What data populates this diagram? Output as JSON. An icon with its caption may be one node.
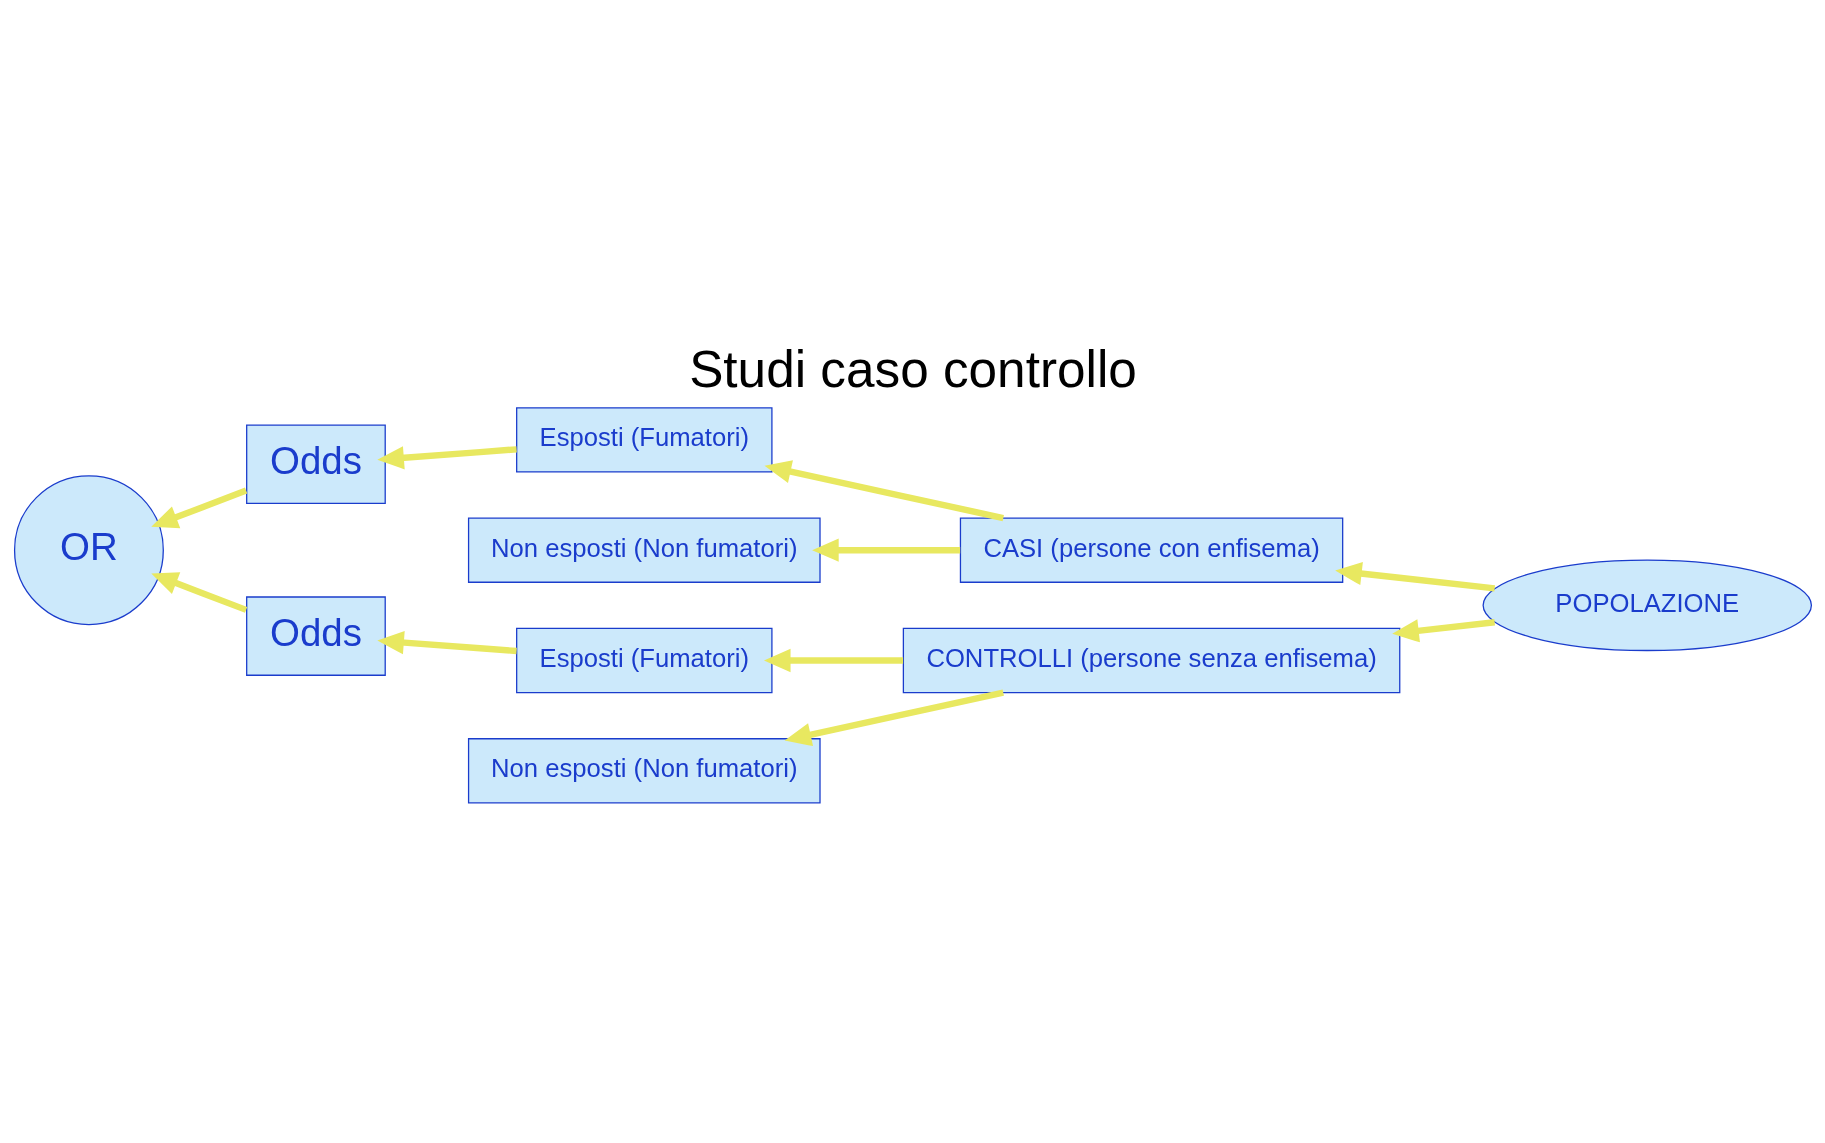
{
  "diagram": {
    "title": "Studi caso controllo",
    "nodes": [
      {
        "text": [
          "Odds"
        ]
      },
      {
        "text": [
          "Esposti (Fumatori)"
        ]
      },
      {
        "text": [
          "Non esposti (Non fumatori)"
        ]
      },
      {
        "text": [
          "CASI (persone con enfisema)"
        ]
      },
      {
        "text": [
          "OR"
        ]
      },
      {
        "text": [
          "POPOLAZIONE"
        ]
      },
      {
        "text": [
          "Esposti (Fumatori)"
        ]
      },
      {
        "text": [
          "Non esposti (Non fumatori)"
        ]
      },
      {
        "text": [
          "CONTROLLI (persone senza enfisema)"
        ]
      },
      {
        "text": [
          "Odds"
        ]
      }
    ],
    "edges": [
      {
        "from": 3,
        "to": 1,
        "arrow": "to"
      },
      {
        "from": 3,
        "to": 2,
        "arrow": "to"
      },
      {
        "from": 1,
        "to": 0,
        "arrow": "to"
      },
      {
        "from": 0,
        "to": 4,
        "arrow": "to"
      },
      {
        "from": 5,
        "to": 3,
        "arrow": "to"
      },
      {
        "from": 5,
        "to": 8,
        "arrow": "to"
      },
      {
        "from": 8,
        "to": 6,
        "arrow": "to"
      },
      {
        "from": 8,
        "to": 7,
        "arrow": "to"
      },
      {
        "from": 6,
        "to": 9,
        "arrow": "to"
      },
      {
        "from": 9,
        "to": 4,
        "arrow": "to"
      }
    ]
  }
}
